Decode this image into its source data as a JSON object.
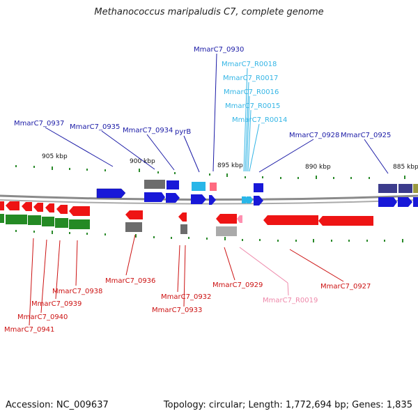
{
  "title": "Methanococcus maripaludis C7, complete genome",
  "footer": {
    "accession": "Accession: NC_009637",
    "topology": "Topology: circular; Length: 1,772,694 bp; Genes: 1,835"
  },
  "colors": {
    "forward_label": "#1a1aa6",
    "rna_label": "#33b5e5",
    "reverse_label": "#cc1111",
    "rev_rna_label": "#ee88aa",
    "forward_gene": "#1010e0",
    "reverse_gene": "#ee1010",
    "gray_gene": "#777777",
    "green_gene": "#228822",
    "backbone": "#888888",
    "tick": "#228822"
  },
  "scale_labels": [
    {
      "text": "905 kbp"
    },
    {
      "text": "900 kbp"
    },
    {
      "text": "895 kbp"
    },
    {
      "text": "890 kbp"
    },
    {
      "text": "885 kbp"
    }
  ],
  "forward_labels": [
    {
      "text": "MmarC7_0930",
      "kind": "gene"
    },
    {
      "text": "MmarC7_R0018",
      "kind": "rna"
    },
    {
      "text": "MmarC7_R0017",
      "kind": "rna"
    },
    {
      "text": "MmarC7_R0016",
      "kind": "rna"
    },
    {
      "text": "MmarC7_R0015",
      "kind": "rna"
    },
    {
      "text": "MmarC7_R0014",
      "kind": "rna"
    },
    {
      "text": "MmarC7_0937",
      "kind": "gene"
    },
    {
      "text": "MmarC7_0935",
      "kind": "gene"
    },
    {
      "text": "MmarC7_0934",
      "kind": "gene"
    },
    {
      "text": "pyrB",
      "kind": "gene"
    },
    {
      "text": "MmarC7_0928",
      "kind": "gene"
    },
    {
      "text": "MmarC7_0925",
      "kind": "gene"
    }
  ],
  "reverse_labels": [
    {
      "text": "MmarC7_0936",
      "kind": "gene"
    },
    {
      "text": "MmarC7_0938",
      "kind": "gene"
    },
    {
      "text": "MmarC7_0939",
      "kind": "gene"
    },
    {
      "text": "MmarC7_0940",
      "kind": "gene"
    },
    {
      "text": "MmarC7_0941",
      "kind": "gene"
    },
    {
      "text": "MmarC7_0932",
      "kind": "gene"
    },
    {
      "text": "MmarC7_0933",
      "kind": "gene"
    },
    {
      "text": "MmarC7_0929",
      "kind": "gene"
    },
    {
      "text": "MmarC7_R0019",
      "kind": "rna"
    },
    {
      "text": "MmarC7_0927",
      "kind": "gene"
    }
  ]
}
